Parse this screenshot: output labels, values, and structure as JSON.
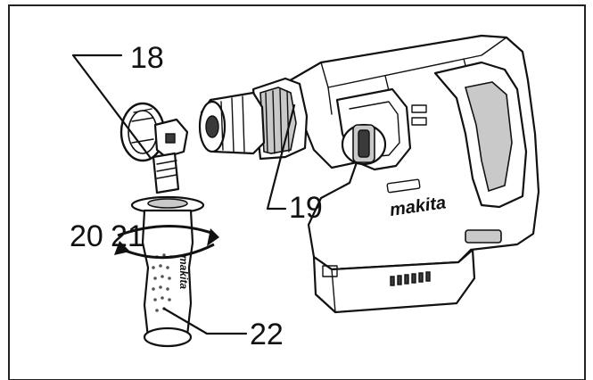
{
  "figure": {
    "callouts": {
      "c18": "18",
      "c19": "19",
      "c20": "20",
      "c21": "21",
      "c22": "22"
    },
    "tool_logo": "makita",
    "handle_logo": "makita"
  },
  "colors": {
    "line": "#111111",
    "shade": "#c9c9c9",
    "background": "#ffffff"
  }
}
